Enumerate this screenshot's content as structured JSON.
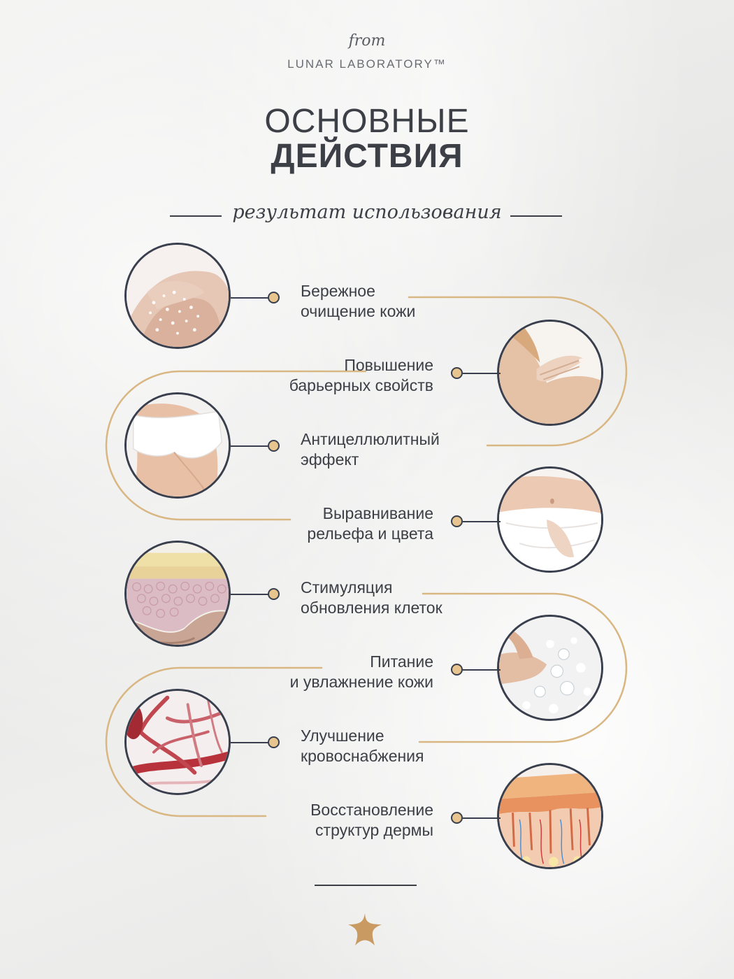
{
  "brand": {
    "from": "from",
    "name": "LUNAR LABORATORY™"
  },
  "title": {
    "line1": "ОСНОВНЫЕ",
    "line2": "ДЕЙСТВИЯ"
  },
  "subtitle": "результат использования",
  "colors": {
    "accent": "#e8c48e",
    "line": "#d9b783",
    "ink": "#3a3f4d",
    "background": "#ededec"
  },
  "features": [
    {
      "line1": "Бережное",
      "line2": "очищение кожи",
      "image": "scrub-shoulder"
    },
    {
      "line1": "Повышение",
      "line2": "барьерных свойств",
      "image": "hand-on-shoulder"
    },
    {
      "line1": "Антицеллюлитный",
      "line2": "эффект",
      "image": "hips-in-white-underwear"
    },
    {
      "line1": "Выравнивание",
      "line2": "рельефа и цвета",
      "image": "toned-waist"
    },
    {
      "line1": "Стимуляция",
      "line2": "обновления клеток",
      "image": "skin-cell-layers"
    },
    {
      "line1": "Питание",
      "line2": "и увлажнение кожи",
      "image": "water-splash-arm"
    },
    {
      "line1": "Улучшение",
      "line2": "кровоснабжения",
      "image": "blood-vessels"
    },
    {
      "line1": "Восстановление",
      "line2": "структур дермы",
      "image": "dermis-cross-section"
    }
  ],
  "footer": {
    "icon": "star-icon"
  }
}
